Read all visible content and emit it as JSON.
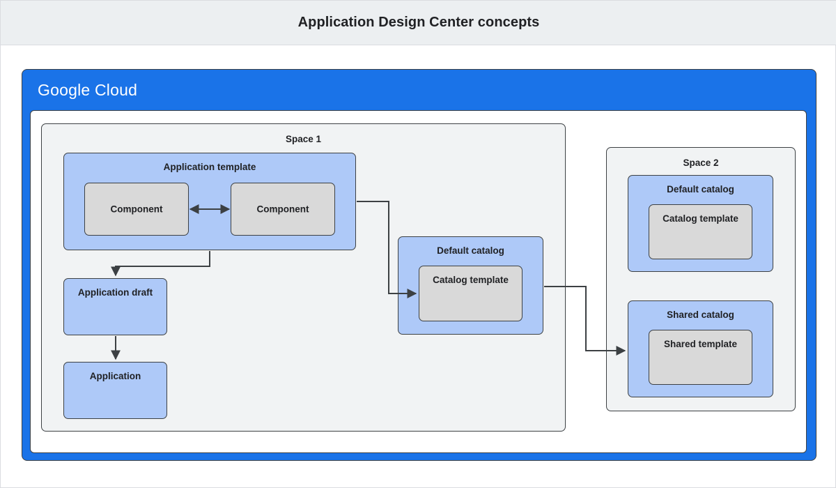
{
  "titlebar": {
    "title": "Application Design Center concepts"
  },
  "cloud": {
    "logo_primary": "Google",
    "logo_secondary": "Cloud",
    "frame_color": "#1a73e8"
  },
  "colors": {
    "title_bar_bg": "#eceff1",
    "frame_blue": "#1a73e8",
    "node_blue": "#aec9f8",
    "node_gray": "#d9d9d9",
    "space_bg": "#f1f3f4",
    "stroke": "#3c4043",
    "text": "#202124"
  },
  "spaces": [
    {
      "id": "space-1",
      "label": "Space 1"
    },
    {
      "id": "space-2",
      "label": "Space 2"
    }
  ],
  "nodes": {
    "app_template": "Application template",
    "component_a": "Component",
    "component_b": "Component",
    "app_draft": "Application draft",
    "application": "Application",
    "default_catalog_1": "Default catalog",
    "catalog_template_1": "Catalog template",
    "default_catalog_2": "Default catalog",
    "catalog_template_2": "Catalog template",
    "shared_catalog": "Shared catalog",
    "shared_template": "Shared template"
  },
  "connectors": [
    {
      "name": "component-a-to-component-b",
      "type": "bidirectional"
    },
    {
      "name": "app-template-to-app-draft",
      "type": "arrow"
    },
    {
      "name": "app-draft-to-application",
      "type": "arrow"
    },
    {
      "name": "app-template-to-catalog-template",
      "type": "arrow"
    },
    {
      "name": "default-catalog-to-shared-template",
      "type": "arrow"
    }
  ]
}
